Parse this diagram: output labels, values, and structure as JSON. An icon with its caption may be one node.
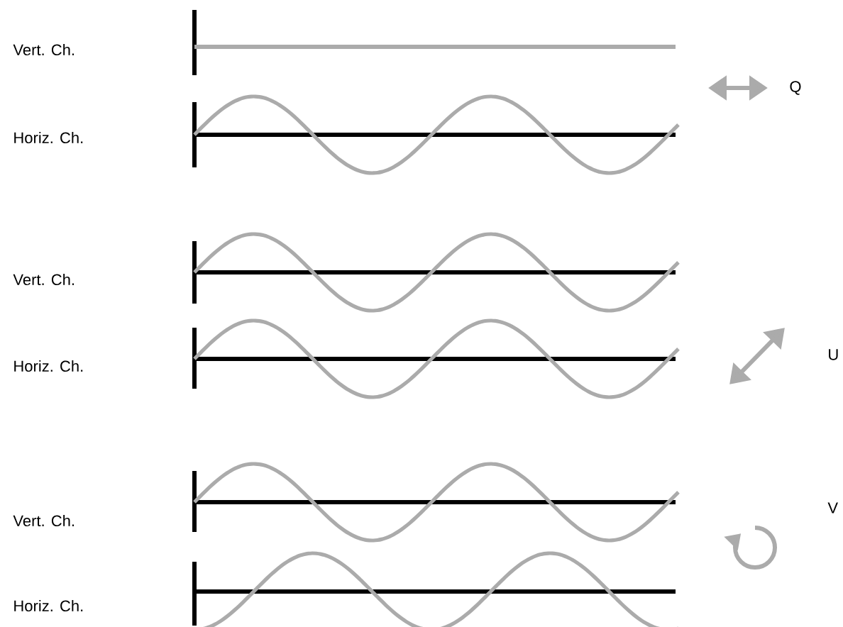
{
  "diagram": {
    "labels": [
      "Vert. Ch.",
      "Q",
      "Horiz. Ch.",
      "Vert. Ch.",
      "U",
      "Horiz. Ch.",
      "V",
      "Vert. Ch.",
      "Horiz. Ch."
    ]
  }
}
